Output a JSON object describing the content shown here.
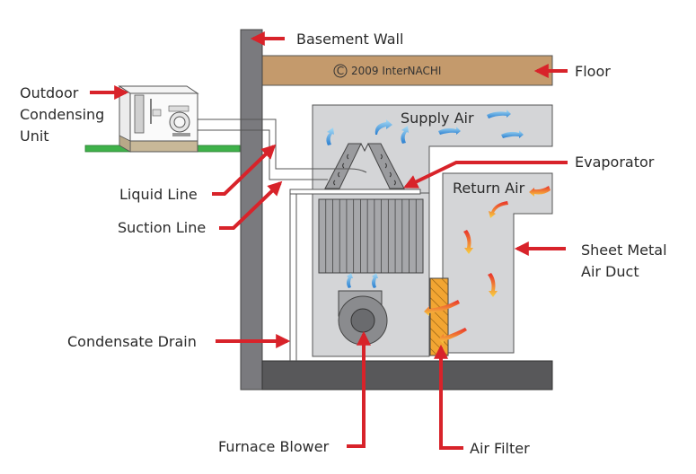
{
  "title": "Basement HVAC System Diagram",
  "copyright": "2009 InterNACHI",
  "colors": {
    "callout_red": "#d8232a",
    "wall_gray": "#7a7a7e",
    "floor_brown": "#c49a6c",
    "slab_dark": "#58585a",
    "duct_gray": "#d4d5d7",
    "ground_green": "#3fb24a",
    "filter_orange": "#f0a030",
    "cool_air_blue": "#4aa8e0",
    "warm_air_orange": "#f08a24"
  },
  "labels": {
    "basement_wall": "Basement Wall",
    "floor": "Floor",
    "outdoor_unit": [
      "Outdoor",
      "Condensing",
      "Unit"
    ],
    "supply_air": "Supply Air",
    "evaporator": "Evaporator",
    "liquid_line": "Liquid Line",
    "suction_line": "Suction Line",
    "return_air": "Return Air",
    "sheet_metal_duct": [
      "Sheet Metal",
      "Air Duct"
    ],
    "condensate_drain": "Condensate Drain",
    "furnace_blower": "Furnace Blower",
    "air_filter": "Air Filter"
  }
}
